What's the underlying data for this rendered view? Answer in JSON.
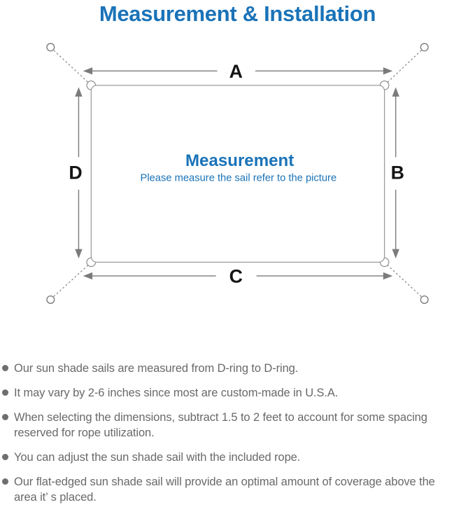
{
  "header": {
    "title": "Measurement & Installation"
  },
  "diagram": {
    "labels": {
      "top": "A",
      "right": "B",
      "bottom": "C",
      "left": "D"
    },
    "center_title": "Measurement",
    "center_subtitle": "Please measure the sail refer to the picture"
  },
  "notes": {
    "items": [
      {
        "text": "Our sun shade sails are measured from D-ring to D-ring."
      },
      {
        "text": "It may vary by 2-6 inches since most are custom-made in U.S.A."
      },
      {
        "text": "When selecting the dimensions, subtract 1.5 to 2 feet to account for some spacing reserved for rope utilization."
      },
      {
        "text": "You can adjust the sun shade sail with the included rope."
      },
      {
        "text": "Our flat-edged sun shade sail will provide an optimal amount of coverage above the area it’ s placed."
      }
    ]
  },
  "colors": {
    "accent_blue": "#1a73b8",
    "line_gray": "#7b7b7b",
    "sail_border": "#9b9b9b",
    "label_black": "#151515",
    "note_gray": "#696969"
  }
}
